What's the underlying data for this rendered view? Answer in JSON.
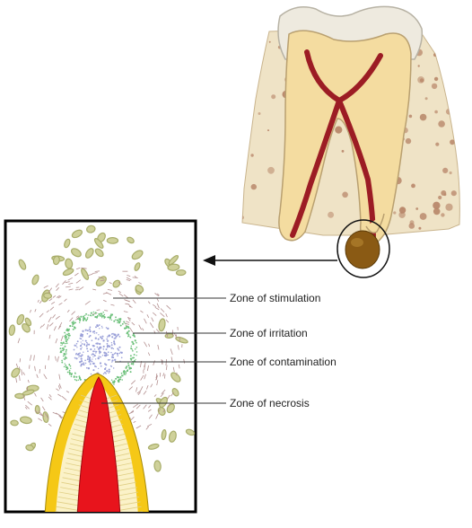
{
  "labels": {
    "stimulation": "Zone of stimulation",
    "irritation": "Zone of irritation",
    "contamination": "Zone of contamination",
    "necrosis": "Zone of necrosis"
  },
  "colors": {
    "bone_fill": "#efe3c6",
    "bone_pores": "#b8876a",
    "enamel": "#eeeadf",
    "dentin": "#f4dca0",
    "pulp": "#9c1c24",
    "granuloma": "#8a5a14",
    "pointer_arrow": "#111111",
    "inset_border": "#000000",
    "fibroblast_cell": "#a8ad6a",
    "collagen_fiber": "#b49090",
    "irritation_ring": "#6cc07a",
    "contamination_cells": "#9aa0d8",
    "root_wall": "#f5c816",
    "root_dentin": "#fbf2c8",
    "root_canal": "#e8141c"
  }
}
